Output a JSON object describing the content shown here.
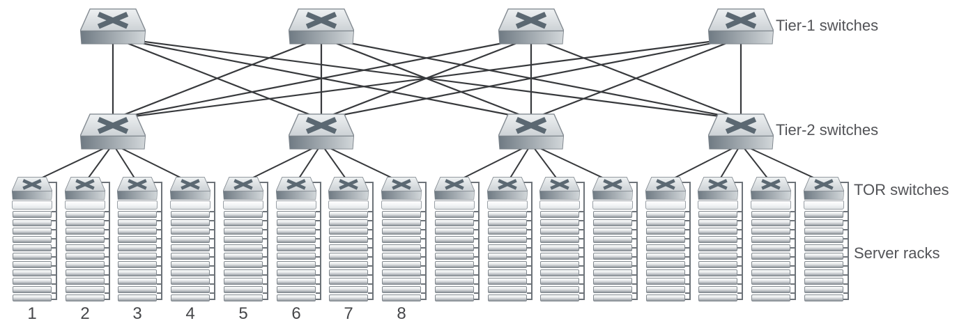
{
  "labels": {
    "tier1": "Tier-1 switches",
    "tier2": "Tier-2 switches",
    "tor": "TOR switches",
    "racks": "Server racks"
  },
  "rack_numbers": [
    "1",
    "2",
    "3",
    "4",
    "5",
    "6",
    "7",
    "8"
  ],
  "topology": {
    "tier1_switch_count": 4,
    "tier2_switch_count": 4,
    "tor_switch_count": 16,
    "server_rack_count": 16,
    "servers_drawn_per_rack": 12,
    "tier1_to_tier2_links": "full mesh: every tier-1 switch connects to every tier-2 switch (16 links)",
    "tier2_to_tor_links": "each tier-2 switch connects to the 4 TOR switches of its rack group",
    "racks_per_tier2_group": 4
  },
  "colors": {
    "background": "#ffffff",
    "link_line": "#37393c",
    "bracket": "#6d7379",
    "label_text": "#525357",
    "rack_number_text": "#46474a",
    "switch_top_light": "#eef1f2",
    "switch_top_dark": "#ccd1d5",
    "switch_front_dark": "#6f7a83",
    "switch_front_light": "#d2d7da",
    "switch_glyph": "#5b6872",
    "server_face_light": "#fbfcfc",
    "server_face_dark": "#8f959b"
  }
}
